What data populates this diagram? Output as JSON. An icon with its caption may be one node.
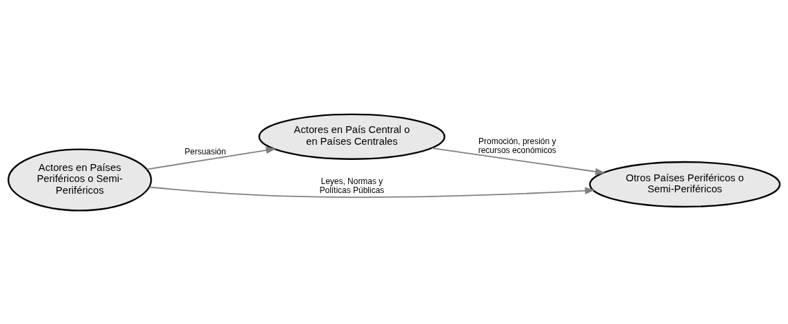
{
  "diagram": {
    "nodes": [
      {
        "text": [
          "Actores en País Central o en Países Centrales"
        ]
      },
      {
        "text": [
          "Actores en Países Periféricos o Semi-Periféricos"
        ]
      },
      {
        "text": [
          "Otros Países Periféricos o Semi-Periféricos"
        ]
      }
    ],
    "edges": [
      {
        "from": 1,
        "to": 0,
        "arrow": "to",
        "label": "Persuasión"
      },
      {
        "from": 0,
        "to": 2,
        "arrow": "to",
        "label": "Promoción, presión y recursos económicos"
      },
      {
        "from": 1,
        "to": 2,
        "arrow": "to",
        "label": "Leyes, Normas y Políticas Públicas"
      }
    ]
  }
}
